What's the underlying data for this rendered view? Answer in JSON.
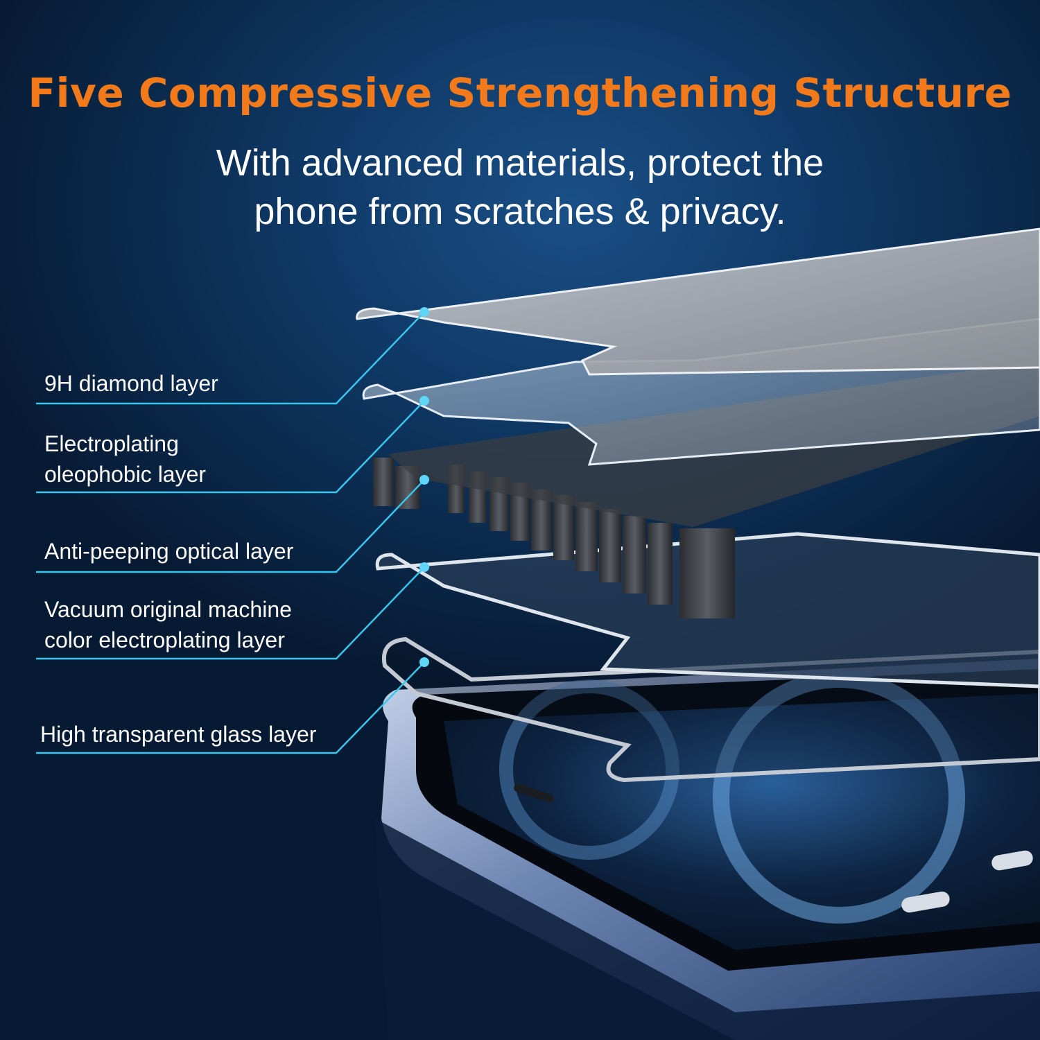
{
  "header": {
    "title": "Five Compressive Strengthening Structure",
    "subtitle_line1": "With advanced materials, protect the",
    "subtitle_line2": "phone from scratches & privacy."
  },
  "layers": [
    {
      "lines": [
        "9H diamond layer"
      ]
    },
    {
      "lines": [
        "Electroplating",
        "oleophobic layer"
      ]
    },
    {
      "lines": [
        "Anti-peeping optical layer"
      ]
    },
    {
      "lines": [
        "Vacuum original machine",
        "color electroplating layer"
      ]
    },
    {
      "lines": [
        "High transparent glass layer"
      ]
    }
  ],
  "colors": {
    "title": "#f27a1a",
    "text": "#ffffff",
    "leader": "#37c6ee",
    "background": "#0f3a68"
  }
}
